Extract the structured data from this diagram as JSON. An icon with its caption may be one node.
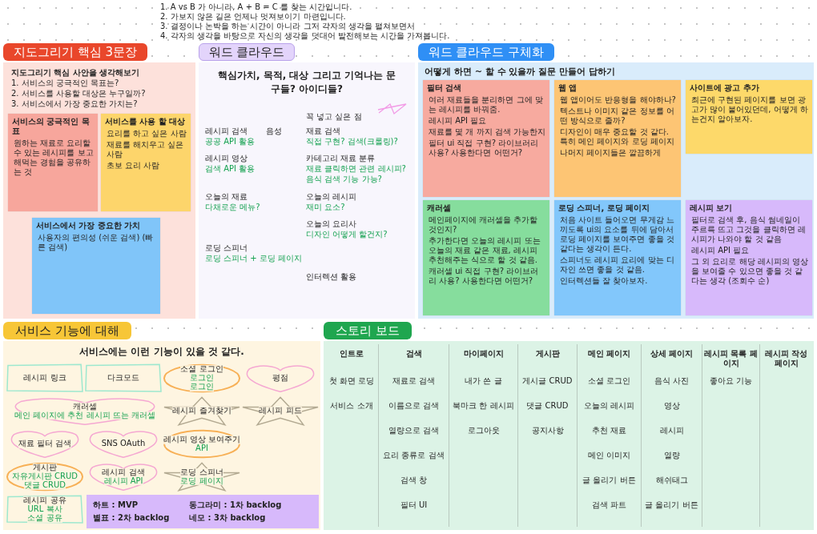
{
  "diagram": {
    "nodes": [
      {
        "text": [
          "지도그리기 핵심 3문장"
        ]
      },
      {
        "text": [
          "워드 클라우드"
        ]
      },
      {
        "text": [
          "워드 클라우드 구체화"
        ]
      },
      {
        "text": [
          "서비스 기능에 대해"
        ]
      },
      {
        "text": [
          "스토리 보드"
        ]
      },
      {
        "text": [
          "지도그리기 핵심 사안을 생각해보기",
          "1. 서비스의 궁극적인 목표는?",
          "2. 서비스를 사용할 대상은 누구일까?",
          "3. 서비스에서 가장 중요한 가치는?"
        ]
      },
      {
        "text": [
          "서비스의 궁극적인 목표",
          "원하는 재료로 요리할 수 있는 레시피를 보고 해먹는 경험을 공유하는 것"
        ],
        "in": 5
      },
      {
        "text": [
          "서비스를 사용 할 대상",
          "요리를 하고 싶은 사람",
          "재료를 해치우고 싶은 사람",
          "초보 요리 사람"
        ],
        "in": 5
      },
      {
        "text": [
          "서비스에서 가장 중요한 가치",
          "사용자의 편의성 (쉬운 검색) (빠른 검색)"
        ],
        "in": 5
      },
      {
        "text": [
          "핵심가치, 목적, 대상 그리고 기억나는 문구들? 아이디들?"
        ]
      },
      {
        "text": [
          "어떻게 하면 ~ 할 수 있을까 질문 만들어 답하기"
        ]
      },
      {
        "text": [
          "필터 검색",
          "여러 재료들을 분리하면 그에 맞는 레시피를 바꿔줌.",
          "레시피 API 필요",
          "재료를 몇 개 까지 검색 가능한지",
          "필터 ui 직접 구현? 라이브러리 사용? 사용한다면 어떤거?"
        ],
        "in": 10
      },
      {
        "text": [
          "웹 앱",
          "웹 앱이어도 반응형을 해야하나?",
          "텍스트나 이미지 같은 정보를 어떤 방식으로 줄까?",
          "디자인이 매우 중요할 것 같다. 특히 메인 페이지와 로딩 페이지",
          "나머지 페이지들은 깔끔하게"
        ],
        "in": 10
      },
      {
        "text": [
          "사이트에 광고 추가",
          "최근에 구현된 페이지를 보면 광고가 많이 붙어있던데, 어떻게 하는건지 알아보자."
        ],
        "in": 10
      },
      {
        "text": [
          "캐러셀",
          "메인페이지에 캐러셀을 추가할 것인지?",
          "추가한다면 오늘의 레시피 또는 오늘의 재료 같은 재료, 레시피 추천해주는 식으로 할 것 같음.",
          "캐러셀 ui 직접 구현? 라이브러리 사용? 사용한다면 어떤거?"
        ],
        "in": 10
      },
      {
        "text": [
          "로딩 스피너, 로딩 페이지",
          "처음 사이트 들어오면 무게감 느끼도록 ui의 요소를 뒤에 담아서 로딩 페이지를 보여주면 좋을 것 같다는 생각이 든다.",
          "스피너도 레시피 요리에 맞는 디자인 쓰면 좋을 것 같음.",
          "인터렉션들 잘 찾아보자."
        ],
        "in": 10
      },
      {
        "text": [
          "레시피 보기",
          "필터로 검색 후, 음식 썸네일이 주르륵 뜨고 그것을 클릭하면 레시피가 나와야 할 것 같음",
          "레시피 API 필요",
          "그 외 요리로 해당 레시피의 영상을 보여줄 수 있으면 좋을 것 같다는 생각 (조회수 순)"
        ],
        "in": 10
      },
      {
        "text": [
          "서비스에는 이런 기능이 있을 것 같다."
        ]
      },
      {
        "text": [
          "레시피 링크"
        ],
        "in": 17
      },
      {
        "text": [
          "다크모드"
        ],
        "in": 17
      },
      {
        "text": [
          "소셜 로그인",
          "로그인",
          "로그인"
        ],
        "in": 17
      },
      {
        "text": [
          "평점"
        ],
        "in": 17
      },
      {
        "text": [
          "캐러셀",
          "메인 페이지에 추천 레시피 뜨는 캐러셀"
        ],
        "in": 17
      },
      {
        "text": [
          "레시피 즐겨찾기"
        ],
        "in": 17
      },
      {
        "text": [
          "레시피 피드"
        ],
        "in": 17
      },
      {
        "text": [
          "재료 필터 검색"
        ],
        "in": 17
      },
      {
        "text": [
          "SNS OAuth"
        ],
        "in": 17
      },
      {
        "text": [
          "레시피 영상 보여주기",
          "API"
        ],
        "in": 17
      },
      {
        "text": [
          "로딩 스피너",
          "로딩 페이지"
        ],
        "in": 17
      },
      {
        "text": [
          "게시판",
          "자유게시판 CRUD",
          "댓글 CRUD"
        ],
        "in": 17
      },
      {
        "text": [
          "레시피 검색",
          "레시피 API"
        ],
        "in": 17
      },
      {
        "text": [
          "레시피 공유",
          "URL 복사",
          "소셜 공유"
        ],
        "in": 17
      },
      {
        "text": [],
        "shape": "box"
      },
      {
        "text": [
          "인트로",
          "첫 화면 로딩",
          "서비스 소개"
        ],
        "in": 32
      },
      {
        "text": [
          "검색",
          "재료로 검색",
          "이름으로 검색",
          "열량으로 검색",
          "요리 종류로 검색",
          "검색 창",
          "필터 UI"
        ],
        "in": 32
      },
      {
        "text": [
          "마이페이지",
          "내가 쓴 글",
          "북마크 한 레시피",
          "로그아웃"
        ],
        "in": 32
      },
      {
        "text": [
          "게시판",
          "게시글 CRUD",
          "댓글 CRUD",
          "공지사항"
        ],
        "in": 32
      },
      {
        "text": [
          "메인 페이지",
          "소셜 로그인",
          "오늘의 레시피",
          "추천 재료",
          "메인 이미지",
          "글 올리기 버튼",
          "검색 파트"
        ],
        "in": 32
      },
      {
        "text": [
          "상세 페이지",
          "음식 사진",
          "영상",
          "레시피",
          "열량",
          "해쉬태그",
          "글 올리기 버튼"
        ],
        "in": 32
      },
      {
        "text": [
          "레시피 목록 페이지",
          "좋아요 기능"
        ],
        "in": 32
      },
      {
        "text": [
          "레시피 작성 페이지"
        ],
        "in": 32
      }
    ],
    "labels": [
      "1. A vs B 가 아니라, A + B = C 를 찾는 시간입니다.",
      "2. 가보지 않은 길은 언제나 멋져보이기 마련입니다.",
      "3. 결정이나 논박을 하는 시간이 아니라 그저 각자의 생각을 펼쳐보면서",
      "4. 각자의 생각을 바탕으로 자신의 생각을 덧대어 발전해보는 시간을 가져봅니다.",
      "꼭 넣고 싶은 점",
      "레시피 검색",
      "음성",
      "재료 검색",
      "공공 API 활용",
      "직접 구현? 검색(크롤링)?",
      "카테고리 재료 분류",
      "재료 클릭하면 관련 레시피?",
      "음식 검색 기능 가능?",
      "레시피 영상",
      "오늘의 레시피",
      "검색 API 활용",
      "재미 요소?",
      "오늘의 재료",
      "오늘의 요리사",
      "디자인 어떻게 할건지?",
      "다채로운 메뉴?",
      "로딩 스피너",
      "로딩 스피너 + 로딩 페이지",
      "인터렉션 활용"
    ],
    "legend": [
      {
        "text": "하트 : MVP"
      },
      {
        "text": "동그라미 : 1차 backlog"
      },
      {
        "text": "별표 : 2차 backlog"
      },
      {
        "text": "네모 : 3차 backlog"
      }
    ]
  }
}
